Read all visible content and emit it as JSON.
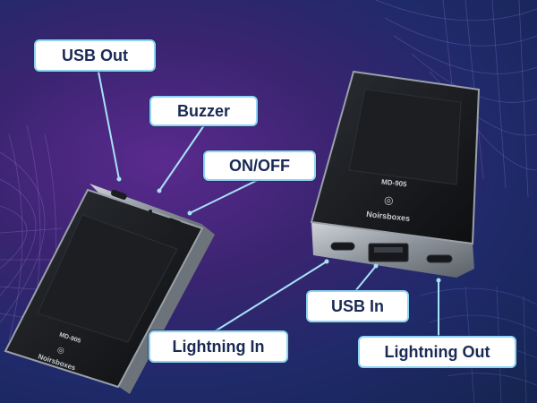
{
  "labels": {
    "usb_out": "USB Out",
    "buzzer": "Buzzer",
    "on_off": "ON/OFF",
    "lightning_in": "Lightning In",
    "usb_in": "USB In",
    "lightning_out": "Lightning Out"
  },
  "device": {
    "model": "MD-905",
    "brand": "Noirsboxes"
  },
  "colors": {
    "label_border": "#8fd3f4",
    "label_text": "#1a2a55",
    "leader_line": "#a8e1f7"
  }
}
